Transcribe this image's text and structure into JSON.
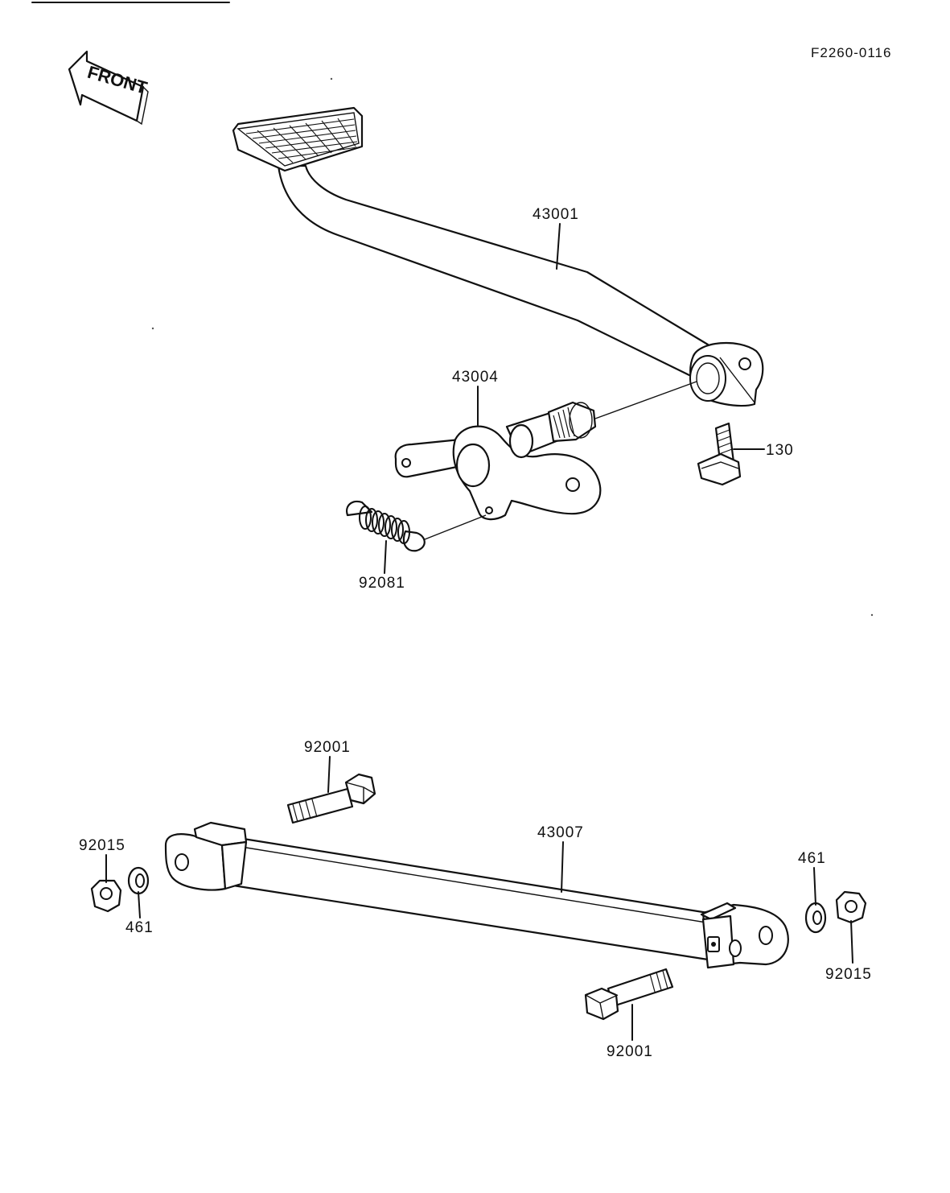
{
  "diagram": {
    "code": "F2260-0116",
    "front_label": "FRONT",
    "parts": {
      "pedal": "43001",
      "shaft": "43004",
      "bolt_flange": "130",
      "spring": "92081",
      "rod": "43007",
      "bolt_upper": "92001",
      "bolt_lower": "92001",
      "nut_left": "92015",
      "nut_right": "92015",
      "washer_left": "461",
      "washer_right": "461"
    }
  }
}
